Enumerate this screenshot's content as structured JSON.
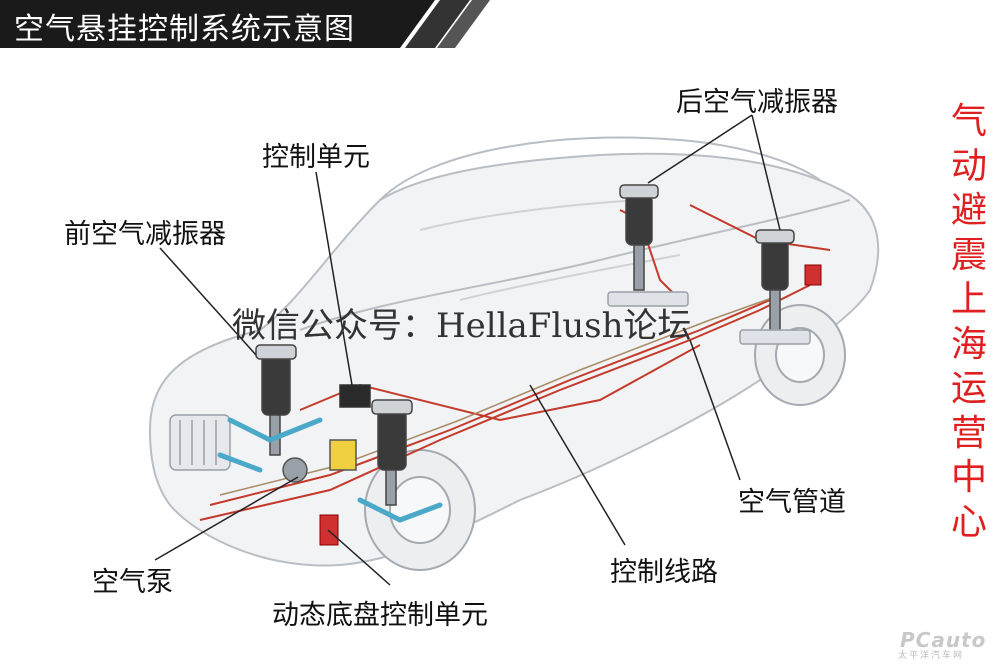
{
  "title": "空气悬挂控制系统示意图",
  "labels": {
    "rear_shock": "后空气减振器",
    "control_unit": "控制单元",
    "front_shock": "前空气减振器",
    "air_pump": "空气泵",
    "dynamic_chassis_unit": "动态底盘控制单元",
    "control_line": "控制线路",
    "air_pipe": "空气管道"
  },
  "watermark": "微信公众号：HellaFlush论坛",
  "side_text": [
    "气",
    "动",
    "避",
    "震",
    "上",
    "海",
    "运",
    "营",
    "中",
    "心"
  ],
  "logo": {
    "main": "PCauto",
    "sub": "太平洋汽车网"
  },
  "colors": {
    "title_bar": "#1a1a1a",
    "title_text": "#ffffff",
    "side_text": "#e02020",
    "air_line": "#c43a2a",
    "shock_blue": "#4aa8c8"
  }
}
